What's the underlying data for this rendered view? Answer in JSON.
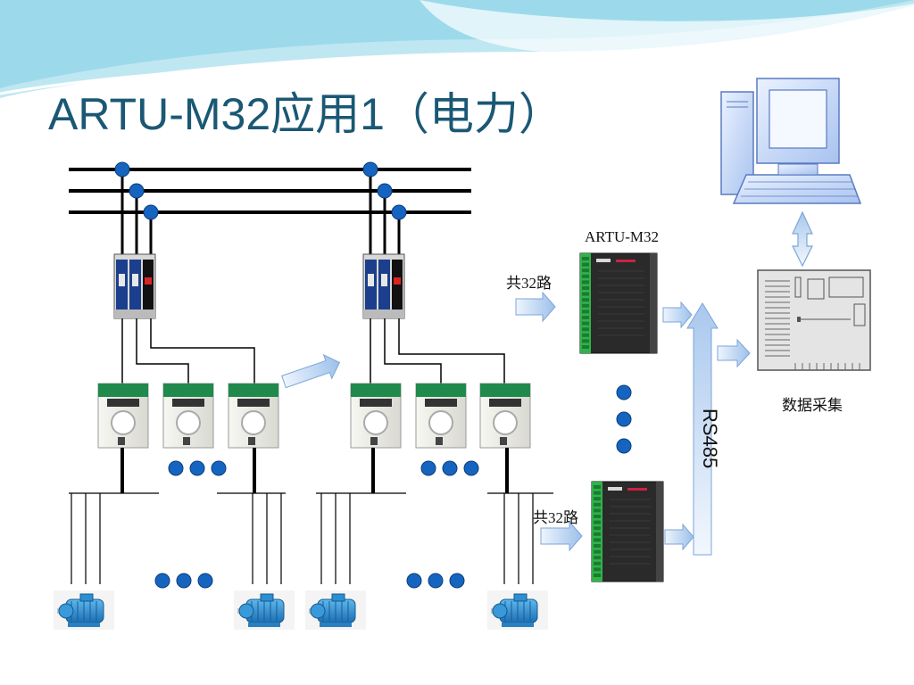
{
  "slide": {
    "title": "ARTU-M32应用1（电力）"
  },
  "labels": {
    "module_model": "ARTU-M32",
    "channels_top": "共32路",
    "channels_bottom": "共32路",
    "bus": "RS485",
    "data_acquisition": "数据采集"
  },
  "icons": {
    "computer": "desktop-computer-icon",
    "acquisition": "data-acquisition-board-icon",
    "motor": "electric-motor-icon",
    "breaker": "circuit-breaker-icon",
    "transformer": "current-transformer-icon",
    "module": "artu-m32-module-icon"
  },
  "colors": {
    "title": "#1a5874",
    "node": "#1565c0",
    "wire": "#000000",
    "arrow": "#b9d3f0",
    "motor": "#2b8fd1",
    "ct_top": "#1f8a4c",
    "module_body": "#2a2a2a",
    "terminal": "#2fb34a",
    "header_wave": "#7fd0e6"
  }
}
